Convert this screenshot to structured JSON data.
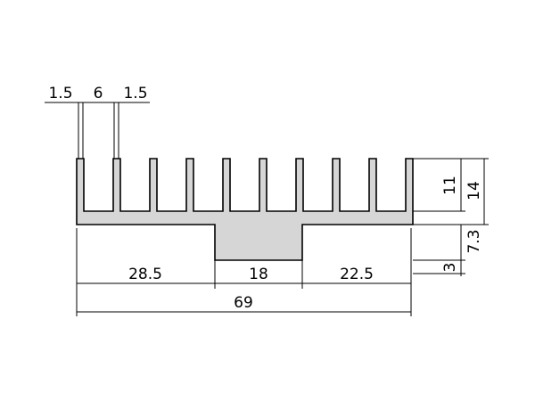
{
  "drawing": {
    "fill_color": "#d6d6d6",
    "stroke_color": "#000000",
    "top_dims": {
      "left_wall": "1.5",
      "gap": "6",
      "right_wall": "1.5"
    },
    "right_dims": {
      "fin_height": "11",
      "total_height": "14",
      "base_block": "7.3",
      "step": "3"
    },
    "bottom_dims": {
      "left_segment": "28.5",
      "middle_segment": "18",
      "right_segment": "22.5",
      "overall_width": "69"
    }
  }
}
